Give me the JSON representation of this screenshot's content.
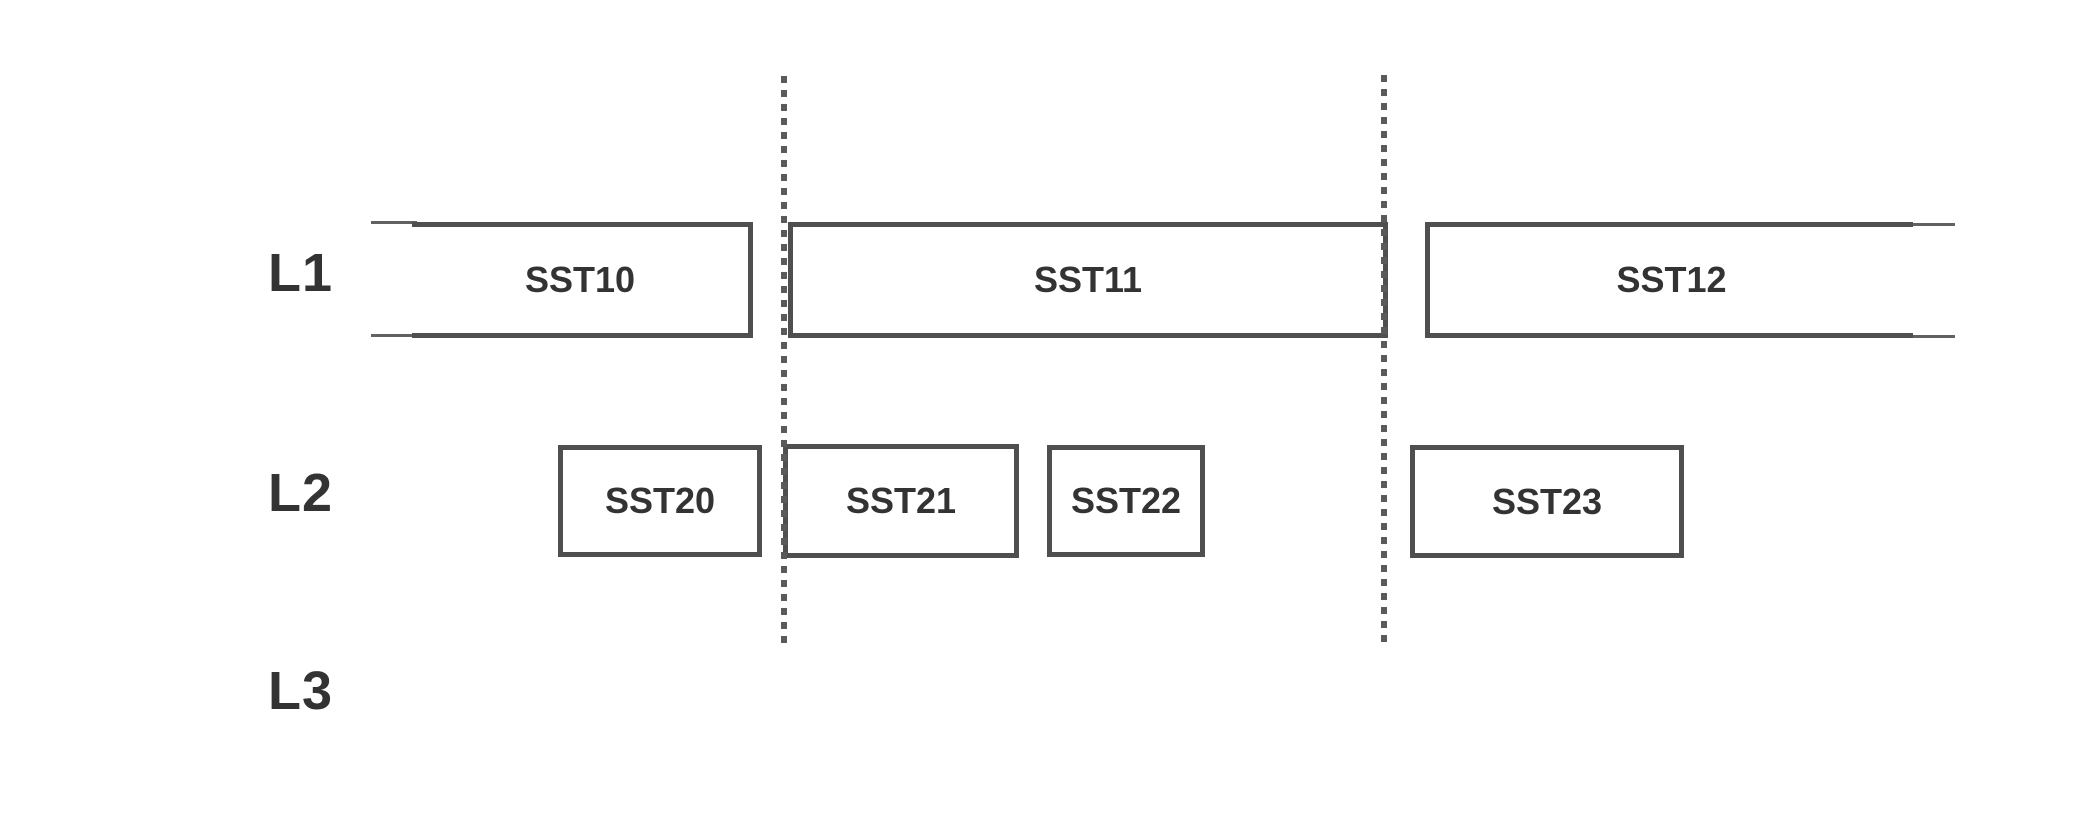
{
  "diagram": {
    "background_color": "#ffffff",
    "border_color": "#4f4f4f",
    "text_color": "#333333",
    "dotted_line_color": "#5a5a5a",
    "thin_line_color": "#616161",
    "lanes": [
      {
        "label": "L1",
        "segments": [
          {
            "label": "SST10",
            "continues": "left"
          },
          {
            "label": "SST11",
            "continues": "none"
          },
          {
            "label": "SST12",
            "continues": "right"
          }
        ]
      },
      {
        "label": "L2",
        "segments": [
          {
            "label": "SST20",
            "continues": "none"
          },
          {
            "label": "SST21",
            "continues": "none"
          },
          {
            "label": "SST22",
            "continues": "none"
          },
          {
            "label": "SST23",
            "continues": "none"
          }
        ]
      },
      {
        "label": "L3",
        "segments": []
      }
    ],
    "dividers": [
      {
        "name": "divider-1"
      },
      {
        "name": "divider-2"
      }
    ]
  }
}
